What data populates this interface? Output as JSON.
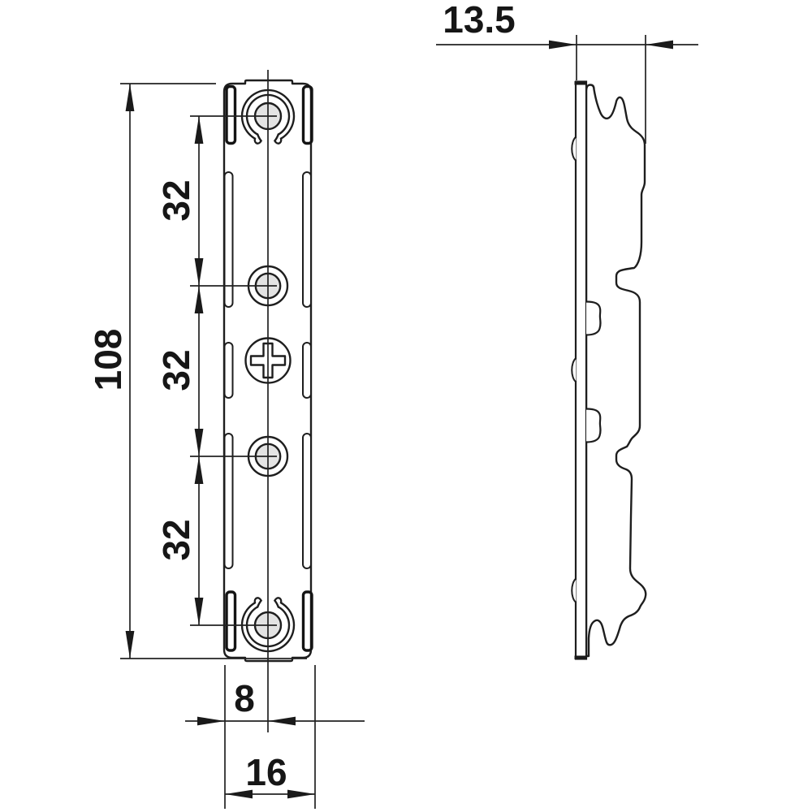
{
  "drawing": {
    "type": "mechanical-dimension-drawing",
    "views": {
      "front_view": "flat mounting plate with five holes",
      "side_view": "clip rail profile"
    },
    "dimensions": {
      "overall_height": "108",
      "spacing_top": "32",
      "spacing_middle": "32",
      "spacing_bottom": "32",
      "hole_center_offset": "8",
      "overall_width": "16",
      "overall_depth": "13.5"
    },
    "colors": {
      "line": "#1e1e1e",
      "hole_fill": "#e3e3e3",
      "background": "#ffffff"
    }
  }
}
